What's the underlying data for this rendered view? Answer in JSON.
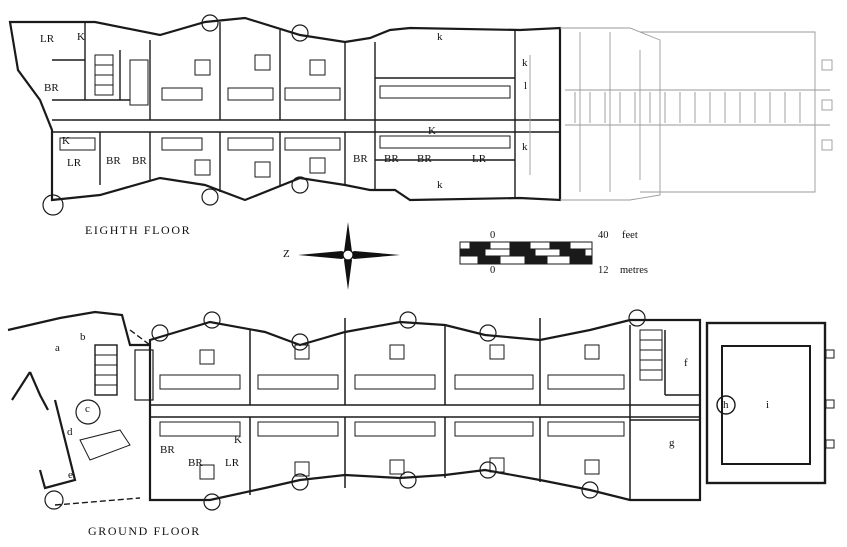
{
  "captions": {
    "top": "EIGHTH FLOOR",
    "bottom": "GROUND FLOOR"
  },
  "compass": {
    "letter": "Z"
  },
  "scale": {
    "feet_zero": "0",
    "feet_max": "40",
    "feet_unit": "feet",
    "metres_zero": "0",
    "metres_max": "12",
    "metres_unit": "metres"
  },
  "eighth": {
    "lr_top": "LR",
    "k_top": "K",
    "br_top": "BR",
    "k_left": "K",
    "lr_left": "LR",
    "br_1": "BR",
    "br_2": "BR",
    "k_mid_top": "k",
    "k_small_1": "k",
    "l_small": "l",
    "k_small_2": "k",
    "k_mid_bottom": "k",
    "k_center": "K",
    "br_3": "BR",
    "br_4": "BR",
    "br_5": "BR",
    "lr_right": "LR"
  },
  "ground": {
    "a": "a",
    "b": "b",
    "c": "c",
    "d": "d",
    "e": "e",
    "br_1": "BR",
    "br_2": "BR",
    "k": "K",
    "lr": "LR",
    "f": "f",
    "g": "g",
    "h": "h",
    "i": "i"
  }
}
